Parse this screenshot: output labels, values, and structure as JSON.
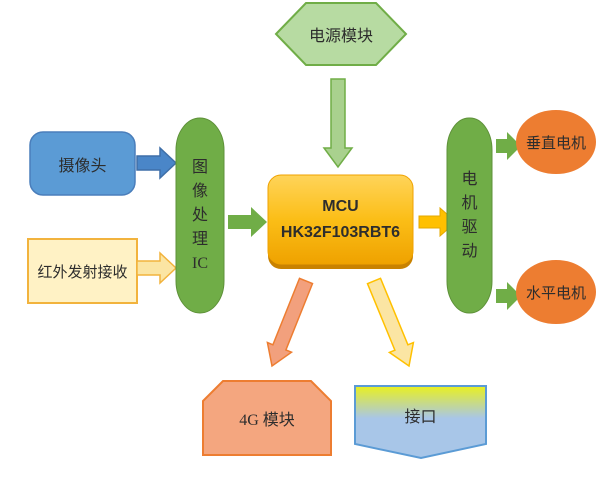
{
  "diagram": {
    "nodes": {
      "power": {
        "label": "电源模块"
      },
      "camera": {
        "label": "摄像头"
      },
      "infrared": {
        "label": "红外发射接收"
      },
      "image_ic": {
        "label": "图\n像\n处\n理\nIC"
      },
      "mcu": {
        "label": "MCU\nHK32F103RBT6"
      },
      "motor_driver": {
        "label": "电\n机\n驱\n动"
      },
      "vertical_motor": {
        "label": "垂直电机"
      },
      "horizontal_motor": {
        "label": "水平电机"
      },
      "module_4g": {
        "label": "4G 模块"
      },
      "interface": {
        "label": "接口"
      }
    },
    "connections": [
      {
        "from": "电源模块",
        "to": "MCU",
        "style": "green-outline-arrow"
      },
      {
        "from": "摄像头",
        "to": "图像处理IC",
        "style": "blue-arrow"
      },
      {
        "from": "红外发射接收",
        "to": "图像处理IC",
        "style": "yellow-outline-arrow"
      },
      {
        "from": "图像处理IC",
        "to": "MCU",
        "style": "green-arrow"
      },
      {
        "from": "MCU",
        "to": "电机驱动",
        "style": "gold-arrow"
      },
      {
        "from": "电机驱动",
        "to": "垂直电机",
        "style": "green-arrow"
      },
      {
        "from": "电机驱动",
        "to": "水平电机",
        "style": "green-arrow"
      },
      {
        "from": "MCU",
        "to": "4G 模块",
        "style": "orange-diagonal-arrow"
      },
      {
        "from": "MCU",
        "to": "接口",
        "style": "yellow-diagonal-arrow"
      }
    ]
  },
  "colors": {
    "green": "#70AD47",
    "green_border": "#5E9139",
    "green_pale": "#B7DBA2",
    "green_light": "#A9D18E",
    "blue_box": "#5B9BD5",
    "blue_box_border": "#4A7EBB",
    "blue_arrow": "#4A86C8",
    "blue_arrow_border": "#3E6FA8",
    "pale_yellow_box": "#FFF2C5",
    "gold_border": "#F2B33D",
    "pale_yellow_arrow": "#FBE5A3",
    "gold": "#FFC000",
    "gold_dark": "#E3A800",
    "mcu_top": "#FFD45A",
    "mcu_mid": "#FBBE17",
    "mcu_deep": "#EFA200",
    "mcu_shadow": "#C98200",
    "orange": "#ED7D31",
    "orange_fill": "#F4A67F",
    "salmon_arrow": "#F2A07D",
    "iface_yellow": "#E9F01F",
    "iface_blue": "#A8C6E8",
    "iface_border": "#5B9BD5",
    "text": "#2D2D2D"
  }
}
